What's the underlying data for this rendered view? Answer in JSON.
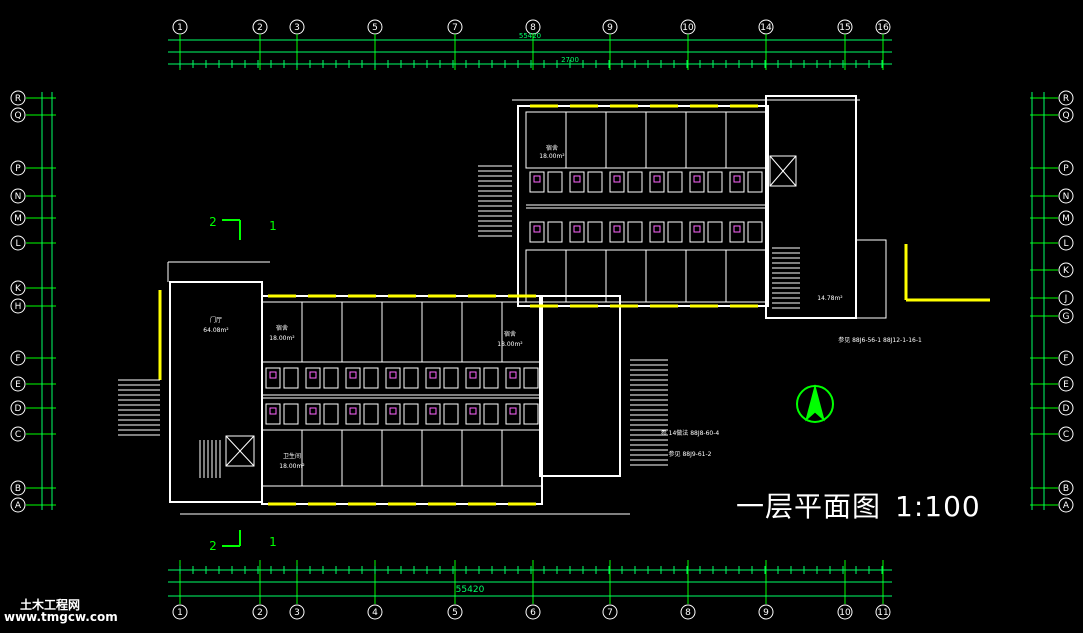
{
  "drawing": {
    "title": "一层平面图",
    "scale": "1:100",
    "top_total_dim": "55420",
    "bottom_total_dim": "55420",
    "mid_dim": "2700",
    "section_marks": [
      "2",
      "1"
    ]
  },
  "axes": {
    "top": [
      "1",
      "2",
      "3",
      "5",
      "7",
      "8",
      "9",
      "10",
      "14",
      "15",
      "16"
    ],
    "bottom": [
      "1",
      "2",
      "3",
      "4",
      "5",
      "6",
      "7",
      "8",
      "9",
      "10",
      "11"
    ],
    "left": [
      "R",
      "Q",
      "P",
      "N",
      "M",
      "L",
      "K",
      "H",
      "F",
      "E",
      "D",
      "C",
      "B",
      "A"
    ],
    "right": [
      "R",
      "Q",
      "P",
      "N",
      "M",
      "L",
      "K",
      "J",
      "G",
      "F",
      "E",
      "D",
      "C",
      "B",
      "A"
    ]
  },
  "rooms": {
    "hall_label": "门厅",
    "hall_area": "64.08m²",
    "dorm_label": "宿舍",
    "dorm_area": "18.00m²",
    "room_area_2": "14.78m²",
    "wc_label": "卫生间"
  },
  "notes": {
    "n1": "参见 88J6-56-1 88J12-1-16-1",
    "n2": "参 14做法 88J8-60-4",
    "n3": "参见 88J9-61-2"
  },
  "watermark": {
    "name": "土木工程网",
    "url": "www.tmgcw.com"
  },
  "colors": {
    "background": "#000000",
    "axis": "#00ff00",
    "wall": "#ffffff",
    "dimension": "#00ff66",
    "window": "#ffff00",
    "fixture": "#ff66ff",
    "grid_bubble": "#ffffff"
  }
}
